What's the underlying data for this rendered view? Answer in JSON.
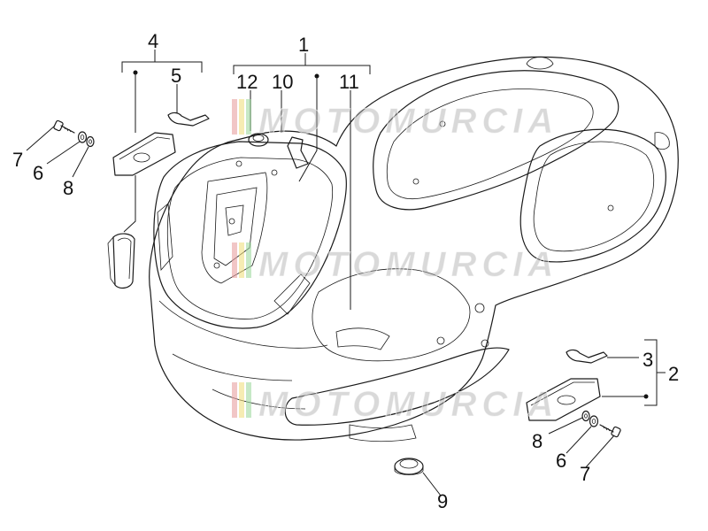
{
  "watermark": {
    "text": "MOTOMURCIA",
    "stripe_colors": [
      "#e8a0a0",
      "#f0e080",
      "#a0d8a0"
    ]
  },
  "callouts": {
    "n1": "1",
    "n2": "2",
    "n3": "3",
    "n4": "4",
    "n5": "5",
    "n6_left": "6",
    "n6_right": "6",
    "n7_left": "7",
    "n7_right": "7",
    "n8_left": "8",
    "n8_right": "8",
    "n9": "9",
    "n10": "10",
    "n11": "11",
    "n12": "12"
  }
}
